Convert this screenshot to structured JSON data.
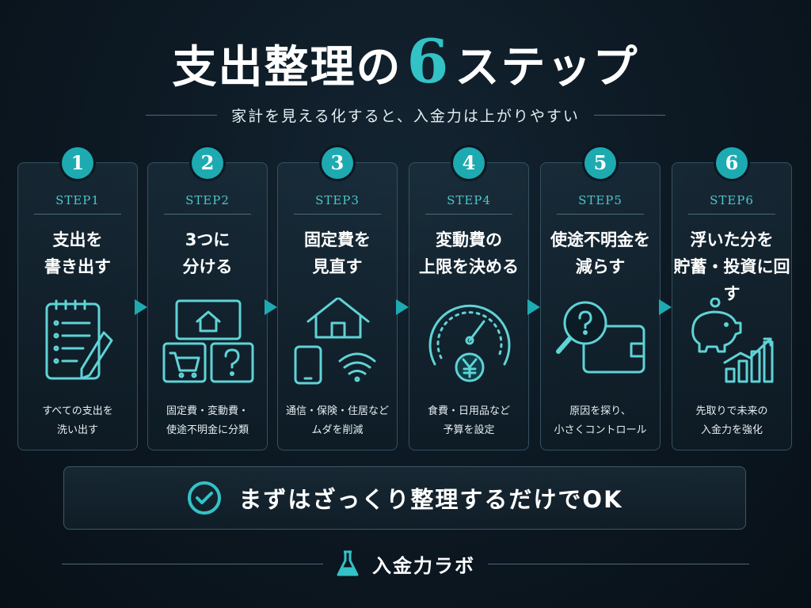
{
  "header": {
    "title_prefix": "支出整理の",
    "title_number": "6",
    "title_suffix": "ステップ",
    "subtitle": "家計を見える化すると、入金力は上がりやすい"
  },
  "steps": [
    {
      "number": "1",
      "label": "STEP1",
      "title": "支出を\n書き出す",
      "icon": "checklist-pencil-icon",
      "desc": "すべての支出を\n洗い出す"
    },
    {
      "number": "2",
      "label": "STEP2",
      "title": "3つに\n分ける",
      "icon": "house-cart-question-icon",
      "desc": "固定費・変動費・\n使途不明金に分類"
    },
    {
      "number": "3",
      "label": "STEP3",
      "title": "固定費を\n見直す",
      "icon": "house-phone-wifi-icon",
      "desc": "通信・保険・住居など\nムダを削減"
    },
    {
      "number": "4",
      "label": "STEP4",
      "title": "変動費の\n上限を決める",
      "icon": "gauge-yen-icon",
      "desc": "食費・日用品など\n予算を設定"
    },
    {
      "number": "5",
      "label": "STEP5",
      "title": "使途不明金を\n減らす",
      "icon": "magnifier-wallet-icon",
      "desc": "原因を探り、\n小さくコントロール"
    },
    {
      "number": "6",
      "label": "STEP6",
      "title": "浮いた分を\n貯蓄・投資に回す",
      "icon": "piggybank-growth-icon",
      "desc": "先取りで未来の\n入金力を強化"
    }
  ],
  "summary": {
    "text": "まずはざっくり整理するだけでOK",
    "icon": "check-circle-icon"
  },
  "footer": {
    "brand": "入金力ラボ",
    "icon": "flask-icon"
  },
  "colors": {
    "accent": "#33c2c6",
    "badge": "#1eaab1",
    "background": "#0c1822"
  }
}
